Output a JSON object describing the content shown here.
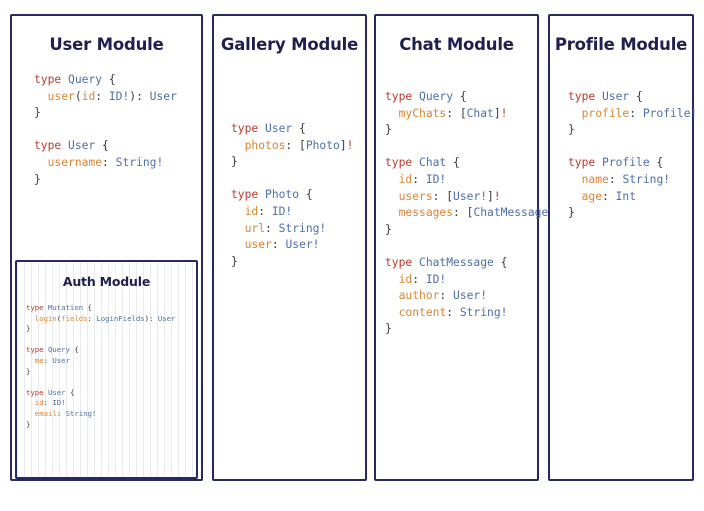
{
  "page": {
    "background": "#ffffff",
    "border_color": "#262a63",
    "title_color": "#1e2150",
    "syntax_colors": {
      "keyword": "#c0392b",
      "type": "#4d6fad",
      "field": "#e08432",
      "punctuation": "#3a3a3a"
    }
  },
  "modules": [
    {
      "id": "user-module",
      "title": "User Module",
      "code": [
        {
          "lines": [
            [
              {
                "t": "type ",
                "c": "kw"
              },
              {
                "t": "Query",
                "c": "ty"
              },
              {
                "t": " {",
                "c": "pun"
              }
            ],
            [
              {
                "t": "  ",
                "c": "pun"
              },
              {
                "t": "user",
                "c": "fld"
              },
              {
                "t": "(",
                "c": "pun"
              },
              {
                "t": "id",
                "c": "fld"
              },
              {
                "t": ": ",
                "c": "pun"
              },
              {
                "t": "ID!",
                "c": "ty"
              },
              {
                "t": "): ",
                "c": "pun"
              },
              {
                "t": "User",
                "c": "ty"
              }
            ],
            [
              {
                "t": "}",
                "c": "pun"
              }
            ]
          ]
        },
        {
          "lines": [
            [
              {
                "t": "type ",
                "c": "kw"
              },
              {
                "t": "User",
                "c": "ty"
              },
              {
                "t": " {",
                "c": "pun"
              }
            ],
            [
              {
                "t": "  ",
                "c": "pun"
              },
              {
                "t": "username",
                "c": "fld"
              },
              {
                "t": ": ",
                "c": "pun"
              },
              {
                "t": "String!",
                "c": "ty"
              }
            ],
            [
              {
                "t": "}",
                "c": "pun"
              }
            ]
          ]
        }
      ],
      "submodule": {
        "id": "auth-module",
        "title": "Auth Module",
        "code": [
          {
            "lines": [
              [
                {
                  "t": "type ",
                  "c": "kw"
                },
                {
                  "t": "Mutation",
                  "c": "ty"
                },
                {
                  "t": " {",
                  "c": "pun"
                }
              ],
              [
                {
                  "t": "  ",
                  "c": "pun"
                },
                {
                  "t": "login",
                  "c": "fld"
                },
                {
                  "t": "(",
                  "c": "pun"
                },
                {
                  "t": "fields",
                  "c": "fld"
                },
                {
                  "t": ": ",
                  "c": "pun"
                },
                {
                  "t": "LoginFields",
                  "c": "ty"
                },
                {
                  "t": "): ",
                  "c": "pun"
                },
                {
                  "t": "User",
                  "c": "ty"
                }
              ],
              [
                {
                  "t": "}",
                  "c": "pun"
                }
              ]
            ]
          },
          {
            "lines": [
              [
                {
                  "t": "type ",
                  "c": "kw"
                },
                {
                  "t": "Query",
                  "c": "ty"
                },
                {
                  "t": " {",
                  "c": "pun"
                }
              ],
              [
                {
                  "t": "  ",
                  "c": "pun"
                },
                {
                  "t": "me",
                  "c": "fld"
                },
                {
                  "t": ": ",
                  "c": "pun"
                },
                {
                  "t": "User",
                  "c": "ty"
                }
              ],
              [
                {
                  "t": "}",
                  "c": "pun"
                }
              ]
            ]
          },
          {
            "lines": [
              [
                {
                  "t": "type ",
                  "c": "kw"
                },
                {
                  "t": "User",
                  "c": "ty"
                },
                {
                  "t": " {",
                  "c": "pun"
                }
              ],
              [
                {
                  "t": "  ",
                  "c": "pun"
                },
                {
                  "t": "id",
                  "c": "fld"
                },
                {
                  "t": ": ",
                  "c": "pun"
                },
                {
                  "t": "ID!",
                  "c": "ty"
                }
              ],
              [
                {
                  "t": "  ",
                  "c": "pun"
                },
                {
                  "t": "email",
                  "c": "fld"
                },
                {
                  "t": ": ",
                  "c": "pun"
                },
                {
                  "t": "String!",
                  "c": "ty"
                }
              ],
              [
                {
                  "t": "}",
                  "c": "pun"
                }
              ]
            ]
          }
        ]
      }
    },
    {
      "id": "gallery-module",
      "title": "Gallery Module",
      "code": [
        {
          "lines": [
            [
              {
                "t": "type ",
                "c": "kw"
              },
              {
                "t": "User",
                "c": "ty"
              },
              {
                "t": " {",
                "c": "pun"
              }
            ],
            [
              {
                "t": "  ",
                "c": "pun"
              },
              {
                "t": "photos",
                "c": "fld"
              },
              {
                "t": ": [",
                "c": "pun"
              },
              {
                "t": "Photo",
                "c": "ty"
              },
              {
                "t": "]",
                "c": "pun"
              },
              {
                "t": "!",
                "c": "kw"
              }
            ],
            [
              {
                "t": "}",
                "c": "pun"
              }
            ]
          ]
        },
        {
          "lines": [
            [
              {
                "t": "type ",
                "c": "kw"
              },
              {
                "t": "Photo",
                "c": "ty"
              },
              {
                "t": " {",
                "c": "pun"
              }
            ],
            [
              {
                "t": "  ",
                "c": "pun"
              },
              {
                "t": "id",
                "c": "fld"
              },
              {
                "t": ": ",
                "c": "pun"
              },
              {
                "t": "ID!",
                "c": "ty"
              }
            ],
            [
              {
                "t": "  ",
                "c": "pun"
              },
              {
                "t": "url",
                "c": "fld"
              },
              {
                "t": ": ",
                "c": "pun"
              },
              {
                "t": "String!",
                "c": "ty"
              }
            ],
            [
              {
                "t": "  ",
                "c": "pun"
              },
              {
                "t": "user",
                "c": "fld"
              },
              {
                "t": ": ",
                "c": "pun"
              },
              {
                "t": "User!",
                "c": "ty"
              }
            ],
            [
              {
                "t": "}",
                "c": "pun"
              }
            ]
          ]
        }
      ]
    },
    {
      "id": "chat-module",
      "title": "Chat Module",
      "code": [
        {
          "lines": [
            [
              {
                "t": "type ",
                "c": "kw"
              },
              {
                "t": "Query",
                "c": "ty"
              },
              {
                "t": " {",
                "c": "pun"
              }
            ],
            [
              {
                "t": "  ",
                "c": "pun"
              },
              {
                "t": "myChats",
                "c": "fld"
              },
              {
                "t": ": [",
                "c": "pun"
              },
              {
                "t": "Chat",
                "c": "ty"
              },
              {
                "t": "]",
                "c": "pun"
              },
              {
                "t": "!",
                "c": "kw"
              }
            ],
            [
              {
                "t": "}",
                "c": "pun"
              }
            ]
          ]
        },
        {
          "lines": [
            [
              {
                "t": "type ",
                "c": "kw"
              },
              {
                "t": "Chat",
                "c": "ty"
              },
              {
                "t": " {",
                "c": "pun"
              }
            ],
            [
              {
                "t": "  ",
                "c": "pun"
              },
              {
                "t": "id",
                "c": "fld"
              },
              {
                "t": ": ",
                "c": "pun"
              },
              {
                "t": "ID!",
                "c": "ty"
              }
            ],
            [
              {
                "t": "  ",
                "c": "pun"
              },
              {
                "t": "users",
                "c": "fld"
              },
              {
                "t": ": [",
                "c": "pun"
              },
              {
                "t": "User!",
                "c": "ty"
              },
              {
                "t": "]",
                "c": "pun"
              },
              {
                "t": "!",
                "c": "kw"
              }
            ],
            [
              {
                "t": "  ",
                "c": "pun"
              },
              {
                "t": "messages",
                "c": "fld"
              },
              {
                "t": ": [",
                "c": "pun"
              },
              {
                "t": "ChatMessage",
                "c": "ty"
              },
              {
                "t": "]",
                "c": "pun"
              },
              {
                "t": "!",
                "c": "kw"
              }
            ],
            [
              {
                "t": "}",
                "c": "pun"
              }
            ]
          ]
        },
        {
          "lines": [
            [
              {
                "t": "type ",
                "c": "kw"
              },
              {
                "t": "ChatMessage",
                "c": "ty"
              },
              {
                "t": " {",
                "c": "pun"
              }
            ],
            [
              {
                "t": "  ",
                "c": "pun"
              },
              {
                "t": "id",
                "c": "fld"
              },
              {
                "t": ": ",
                "c": "pun"
              },
              {
                "t": "ID!",
                "c": "ty"
              }
            ],
            [
              {
                "t": "  ",
                "c": "pun"
              },
              {
                "t": "author",
                "c": "fld"
              },
              {
                "t": ": ",
                "c": "pun"
              },
              {
                "t": "User!",
                "c": "ty"
              }
            ],
            [
              {
                "t": "  ",
                "c": "pun"
              },
              {
                "t": "content",
                "c": "fld"
              },
              {
                "t": ": ",
                "c": "pun"
              },
              {
                "t": "String!",
                "c": "ty"
              }
            ],
            [
              {
                "t": "}",
                "c": "pun"
              }
            ]
          ]
        }
      ]
    },
    {
      "id": "profile-module",
      "title": "Profile Module",
      "code": [
        {
          "lines": [
            [
              {
                "t": "type ",
                "c": "kw"
              },
              {
                "t": "User",
                "c": "ty"
              },
              {
                "t": " {",
                "c": "pun"
              }
            ],
            [
              {
                "t": "  ",
                "c": "pun"
              },
              {
                "t": "profile",
                "c": "fld"
              },
              {
                "t": ": ",
                "c": "pun"
              },
              {
                "t": "Profile!",
                "c": "ty"
              }
            ],
            [
              {
                "t": "}",
                "c": "pun"
              }
            ]
          ]
        },
        {
          "lines": [
            [
              {
                "t": "type ",
                "c": "kw"
              },
              {
                "t": "Profile",
                "c": "ty"
              },
              {
                "t": " {",
                "c": "pun"
              }
            ],
            [
              {
                "t": "  ",
                "c": "pun"
              },
              {
                "t": "name",
                "c": "fld"
              },
              {
                "t": ": ",
                "c": "pun"
              },
              {
                "t": "String!",
                "c": "ty"
              }
            ],
            [
              {
                "t": "  ",
                "c": "pun"
              },
              {
                "t": "age",
                "c": "fld"
              },
              {
                "t": ": ",
                "c": "pun"
              },
              {
                "t": "Int",
                "c": "ty"
              }
            ],
            [
              {
                "t": "}",
                "c": "pun"
              }
            ]
          ]
        }
      ]
    }
  ]
}
